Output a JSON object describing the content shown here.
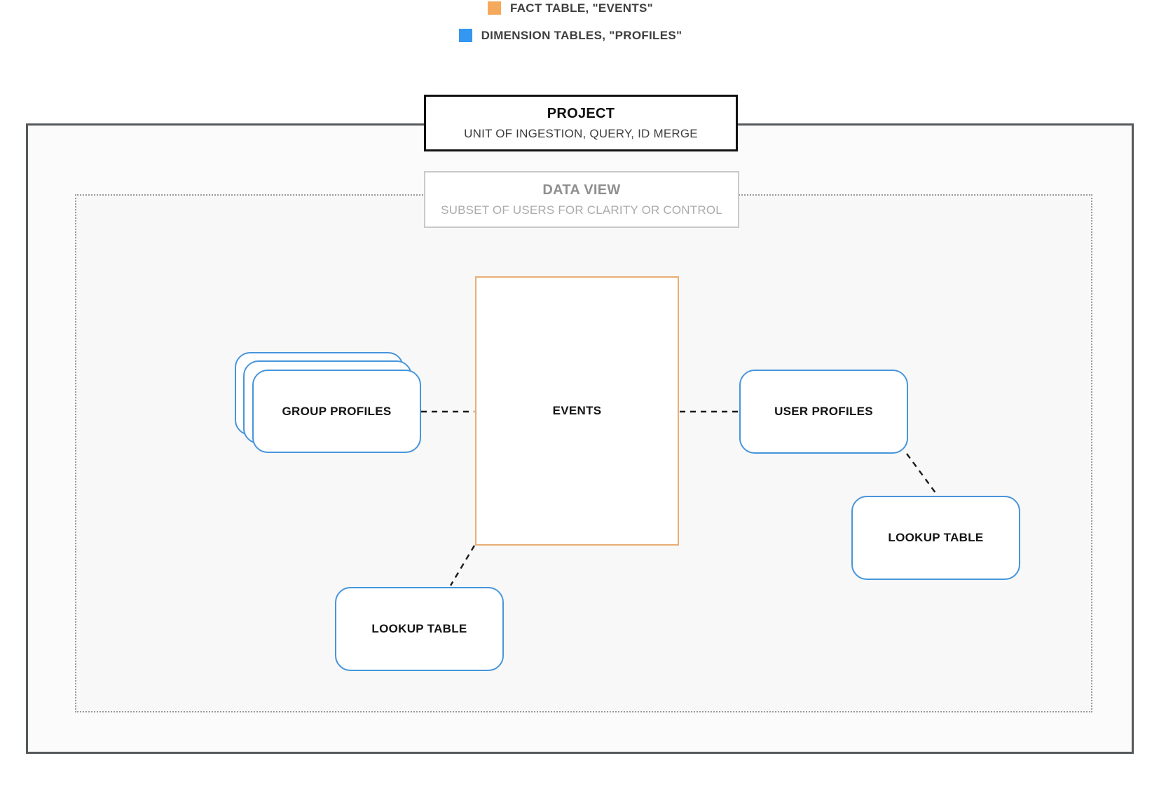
{
  "legend": {
    "items": [
      {
        "id": "fact",
        "label": "FACT TABLE, \"EVENTS\"",
        "color": "#F5A95C"
      },
      {
        "id": "dimension",
        "label": "DIMENSION TABLES, \"PROFILES\"",
        "color": "#3497F0"
      }
    ]
  },
  "project_box": {
    "title": "PROJECT",
    "subtitle": "UNIT OF INGESTION, QUERY, ID MERGE"
  },
  "data_view_box": {
    "title": "DATA VIEW",
    "subtitle": "SUBSET OF USERS FOR CLARITY OR CONTROL"
  },
  "nodes": {
    "events": {
      "label": "EVENTS",
      "type": "fact"
    },
    "group_profiles": {
      "label": "GROUP PROFILES",
      "type": "dimension",
      "stacked_count": 3
    },
    "user_profiles": {
      "label": "USER PROFILES",
      "type": "dimension"
    },
    "lookup_right": {
      "label": "LOOKUP TABLE",
      "type": "dimension"
    },
    "lookup_bottom": {
      "label": "LOOKUP TABLE",
      "type": "dimension"
    }
  },
  "colors": {
    "fact_swatch": "#F5A95C",
    "dimension_swatch": "#3497F0",
    "fact_border": "#E9AE74",
    "dimension_border": "#4795DB",
    "connector": "#1A1A1A",
    "outer_border": "#55595C",
    "dotted_border": "#9A9A9A"
  }
}
